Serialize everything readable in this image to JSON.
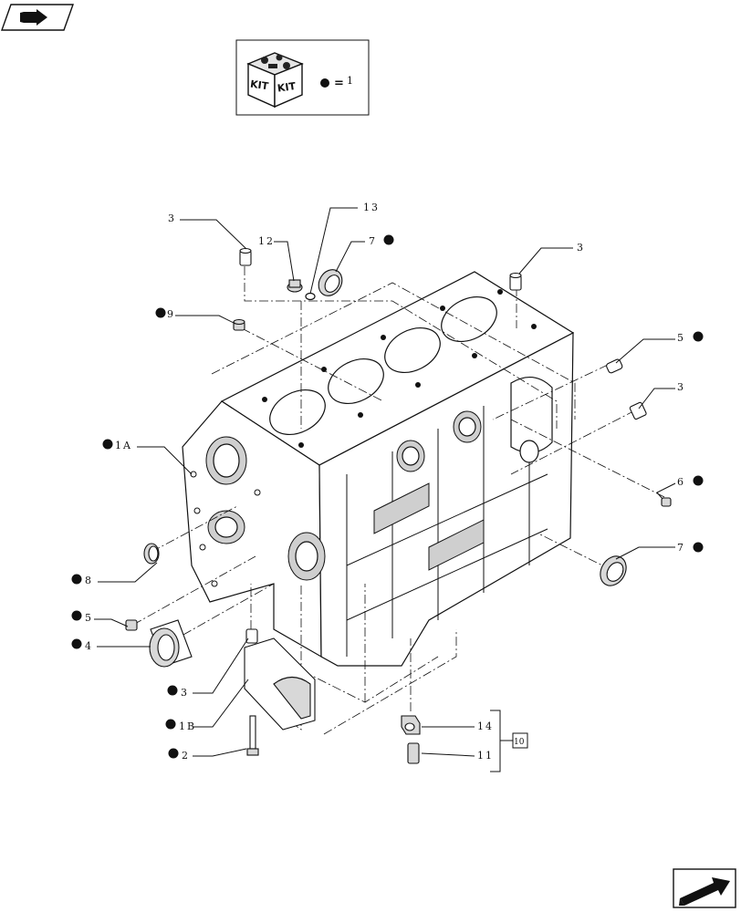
{
  "kit": {
    "word1": "KIT",
    "word2": "KIT",
    "equals": "=",
    "value": "1"
  },
  "callouts": [
    {
      "id": "c3a",
      "text": "3"
    },
    {
      "id": "c13",
      "text": "13"
    },
    {
      "id": "c12",
      "text": "12"
    },
    {
      "id": "c7a",
      "text": "7"
    },
    {
      "id": "c3b",
      "text": "3"
    },
    {
      "id": "c9",
      "text": "9"
    },
    {
      "id": "c5a",
      "text": "5"
    },
    {
      "id": "c3c",
      "text": "3"
    },
    {
      "id": "c1A",
      "text": "1A"
    },
    {
      "id": "c6",
      "text": "6"
    },
    {
      "id": "c7b",
      "text": "7"
    },
    {
      "id": "c8",
      "text": "8"
    },
    {
      "id": "c5b",
      "text": "5"
    },
    {
      "id": "c4",
      "text": "4"
    },
    {
      "id": "c3d",
      "text": "3"
    },
    {
      "id": "c1B",
      "text": "1B"
    },
    {
      "id": "c2",
      "text": "2"
    },
    {
      "id": "c14",
      "text": "14"
    },
    {
      "id": "c11",
      "text": "11"
    },
    {
      "id": "c10",
      "text": "10"
    }
  ],
  "icons": {
    "top_left": "book-arrow-icon",
    "bottom_right": "next-page-arrow-icon",
    "kit_marker": "filled-dot-icon"
  }
}
